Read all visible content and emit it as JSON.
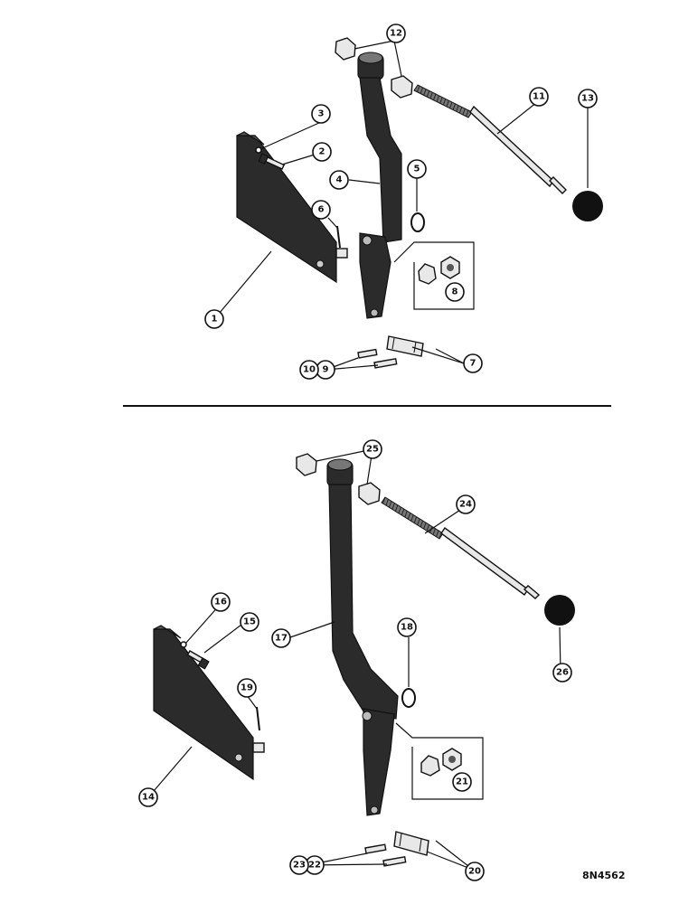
{
  "callouts": {
    "c1": "1",
    "c2": "2",
    "c3": "3",
    "c4": "4",
    "c5": "5",
    "c6": "6",
    "c7": "7",
    "c8": "8",
    "c9": "9",
    "c10": "10",
    "c11": "11",
    "c12": "12",
    "c13": "13",
    "c14": "14",
    "c15": "15",
    "c16": "16",
    "c17": "17",
    "c18": "18",
    "c19": "19",
    "c20": "20",
    "c21": "21",
    "c22": "22",
    "c23": "23",
    "c24": "24",
    "c25": "25",
    "c26": "26"
  },
  "reference_number": "8N4562"
}
